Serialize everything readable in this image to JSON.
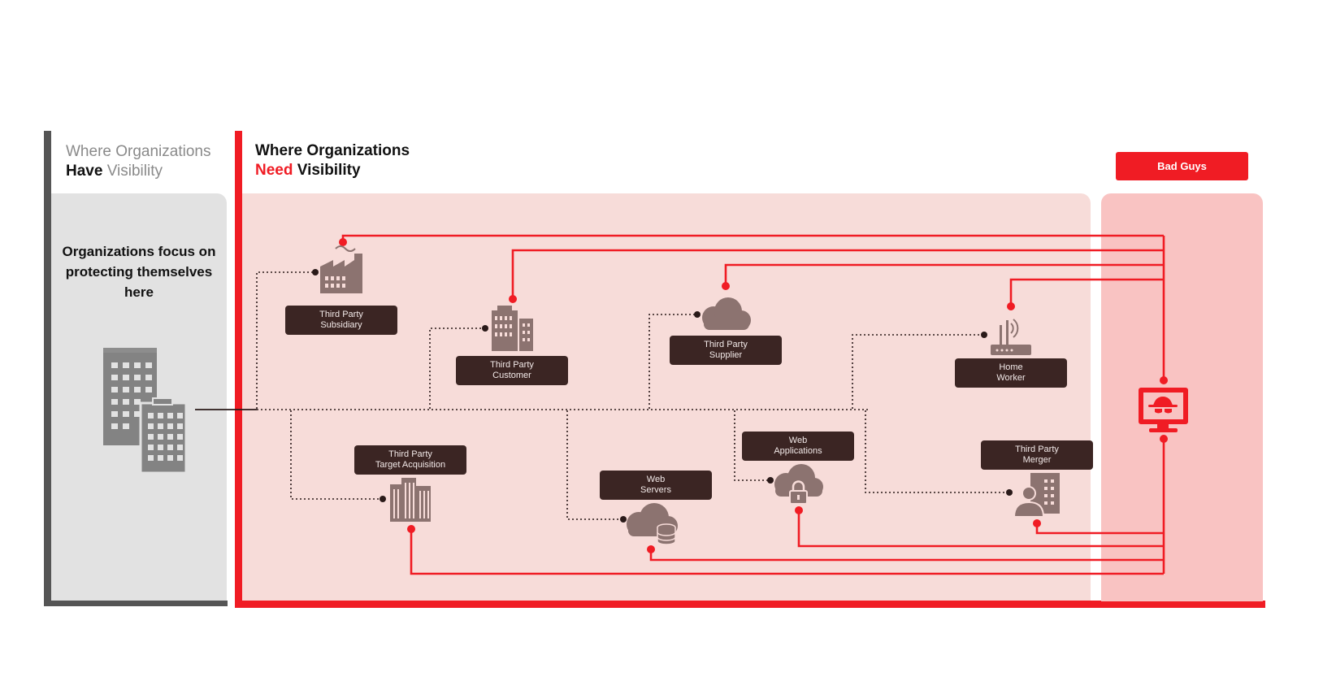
{
  "left": {
    "heading_pre": "Where Organizations",
    "heading_bold": "Have",
    "heading_post": "Visibility",
    "focus_text": "Organizations focus on protecting themselves here"
  },
  "middle": {
    "heading_line1": "Where Organizations",
    "heading_red": "Need",
    "heading_post": "Visibility"
  },
  "right": {
    "badge": "Bad Guys"
  },
  "nodes": {
    "subsidiary": {
      "line1": "Third Party",
      "line2": "Subsidiary",
      "icon": "factory-icon"
    },
    "customer": {
      "line1": "Third Party",
      "line2": "Customer",
      "icon": "office-building-icon"
    },
    "supplier": {
      "line1": "Third Party",
      "line2": "Supplier",
      "icon": "cloud-icon"
    },
    "home_worker": {
      "line1": "Home",
      "line2": "Worker",
      "icon": "router-icon"
    },
    "target_acquisition": {
      "line1": "Third Party",
      "line2": "Target Acquisition",
      "icon": "city-buildings-icon"
    },
    "web_servers": {
      "line1": "Web",
      "line2": "Servers",
      "icon": "cloud-database-icon"
    },
    "web_applications": {
      "line1": "Web",
      "line2": "Applications",
      "icon": "cloud-lock-icon"
    },
    "merger": {
      "line1": "Third Party",
      "line2": "Merger",
      "icon": "person-building-icon"
    }
  },
  "icons": {
    "organization": "organization-buildings-icon",
    "attacker": "hacker-monitor-icon"
  },
  "colors": {
    "accent_red": "#f01c24",
    "dark_label": "#3b2523",
    "icon_brown": "#8c7370",
    "left_gray": "#555555"
  }
}
